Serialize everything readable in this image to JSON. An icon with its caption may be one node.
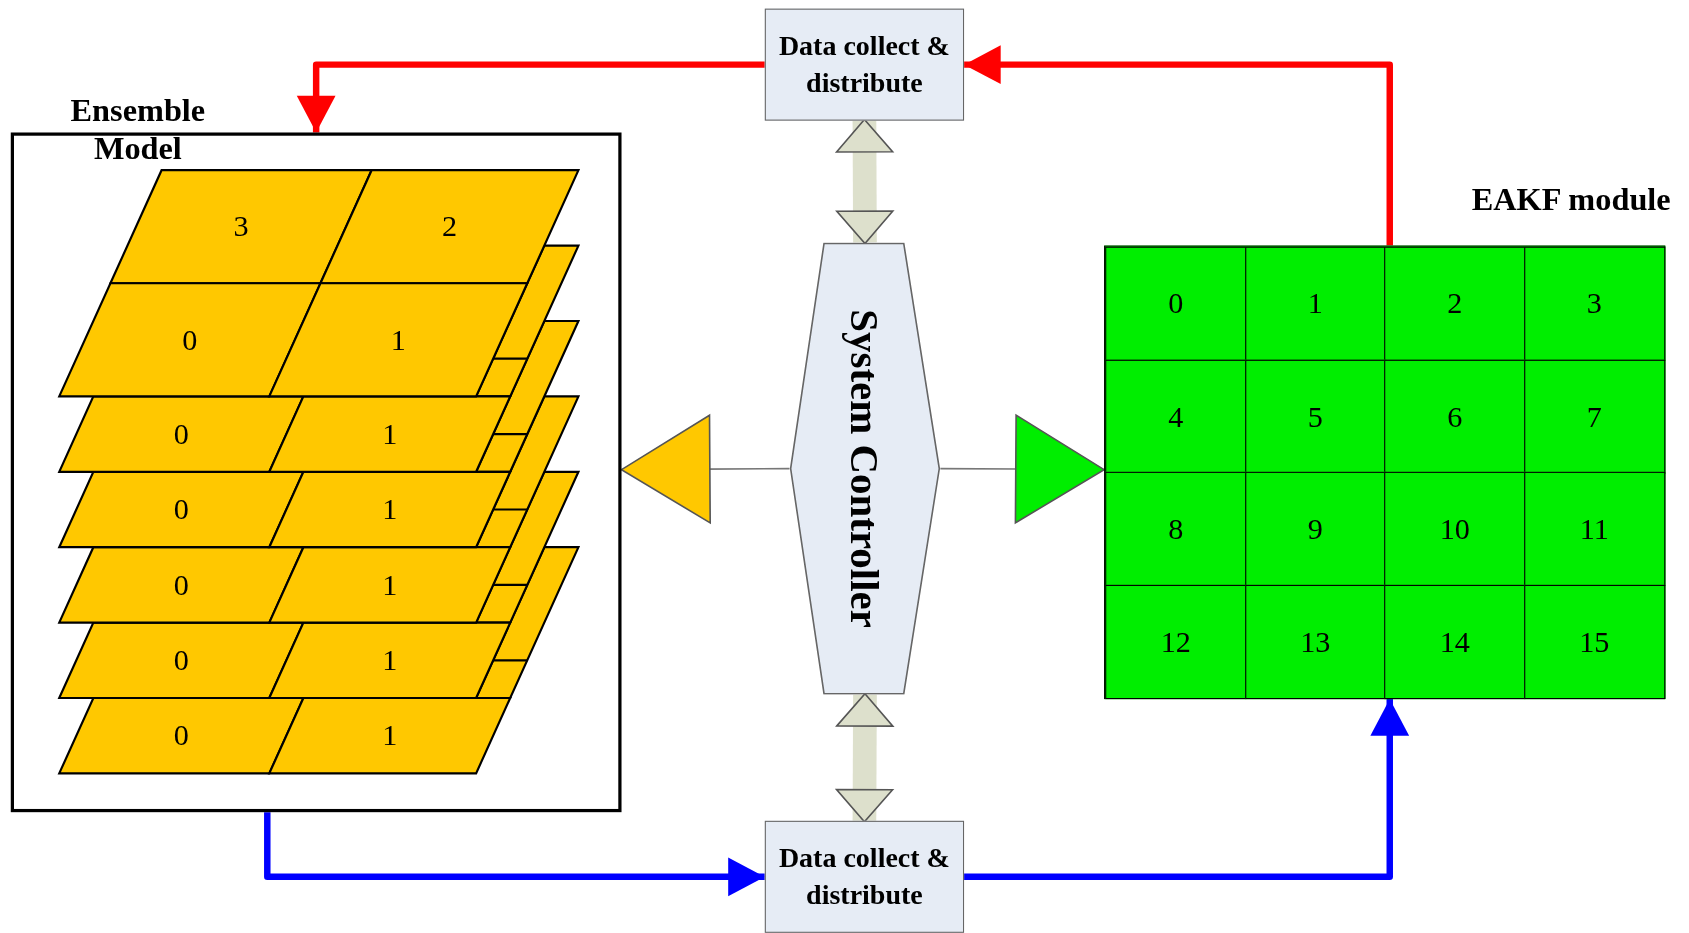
{
  "diagram": {
    "nodes": [
      {
        "text": [
          "Data collect & distribute"
        ]
      },
      {
        "text": [
          "Ensemble Model"
        ]
      },
      {
        "text": [
          "3"
        ],
        "in": 1
      },
      {
        "text": [
          "2"
        ],
        "in": 1
      },
      {
        "text": [
          "0"
        ],
        "in": 1
      },
      {
        "text": [
          "1"
        ],
        "in": 1
      },
      {
        "text": [
          "0"
        ],
        "in": 1
      },
      {
        "text": [
          "1"
        ],
        "in": 1
      },
      {
        "text": [
          "0"
        ],
        "in": 1
      },
      {
        "text": [
          "1"
        ],
        "in": 1
      },
      {
        "text": [
          "0"
        ],
        "in": 1
      },
      {
        "text": [
          "1"
        ],
        "in": 1
      },
      {
        "text": [
          "0"
        ],
        "in": 1
      },
      {
        "text": [
          "1"
        ],
        "in": 1
      },
      {
        "text": [
          "0"
        ],
        "in": 1
      },
      {
        "text": [
          "1"
        ],
        "in": 1
      },
      {
        "text": [
          "System Controller"
        ]
      },
      {
        "text": [
          "EAKF module"
        ]
      },
      {
        "text": [
          "0"
        ],
        "in": 17
      },
      {
        "text": [
          "1"
        ],
        "in": 17
      },
      {
        "text": [
          "2"
        ],
        "in": 17
      },
      {
        "text": [
          "3"
        ],
        "in": 17
      },
      {
        "text": [
          "4"
        ],
        "in": 17
      },
      {
        "text": [
          "5"
        ],
        "in": 17
      },
      {
        "text": [
          "6"
        ],
        "in": 17
      },
      {
        "text": [
          "7"
        ],
        "in": 17
      },
      {
        "text": [
          "8"
        ],
        "in": 17
      },
      {
        "text": [
          "9"
        ],
        "in": 17
      },
      {
        "text": [
          "10"
        ],
        "in": 17
      },
      {
        "text": [
          "11"
        ],
        "in": 17
      },
      {
        "text": [
          "12"
        ],
        "in": 17
      },
      {
        "text": [
          "13"
        ],
        "in": 17
      },
      {
        "text": [
          "14"
        ],
        "in": 17
      },
      {
        "text": [
          "15"
        ],
        "in": 17
      },
      {
        "text": [
          "Data collect & distribute"
        ]
      }
    ],
    "edges": [
      {
        "from": 0,
        "to": 1,
        "arrow": "to",
        "color": "#ff0000"
      },
      {
        "from": 17,
        "to": 0,
        "arrow": "to",
        "color": "#ff0000"
      },
      {
        "from": 0,
        "to": 16,
        "arrow": "both",
        "style": "thick",
        "color": "#dde0cc"
      },
      {
        "from": 16,
        "to": 34,
        "arrow": "both",
        "style": "thick",
        "color": "#dde0cc"
      },
      {
        "from": 1,
        "to": 34,
        "arrow": "to",
        "color": "#0000ff"
      },
      {
        "from": 34,
        "to": 17,
        "arrow": "to",
        "color": "#0000ff"
      },
      {
        "from": 16,
        "to": 1,
        "arrow": "to",
        "color": "#777777"
      },
      {
        "from": 16,
        "to": 17,
        "arrow": "to",
        "color": "#777777"
      }
    ]
  }
}
